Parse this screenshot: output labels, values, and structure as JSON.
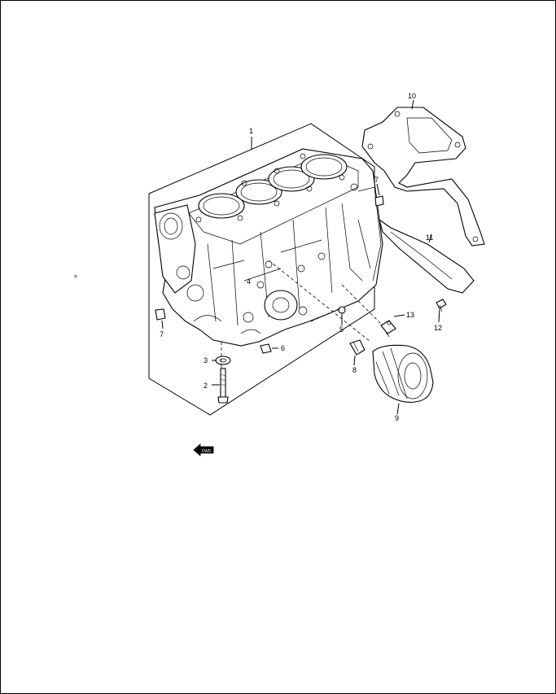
{
  "diagram": {
    "callouts": [
      {
        "id": "c1",
        "label": "1"
      },
      {
        "id": "c2",
        "label": "2"
      },
      {
        "id": "c3",
        "label": "3"
      },
      {
        "id": "c4",
        "label": "4"
      },
      {
        "id": "c5",
        "label": "5"
      },
      {
        "id": "c6",
        "label": "6"
      },
      {
        "id": "c7a",
        "label": "7"
      },
      {
        "id": "c7b",
        "label": "7"
      },
      {
        "id": "c8",
        "label": "8"
      },
      {
        "id": "c9",
        "label": "9"
      },
      {
        "id": "c10",
        "label": "10"
      },
      {
        "id": "c11",
        "label": "11"
      },
      {
        "id": "c12",
        "label": "12"
      },
      {
        "id": "c13",
        "label": "13"
      }
    ],
    "fwd_label": "FWD",
    "stray_mark": "※"
  }
}
